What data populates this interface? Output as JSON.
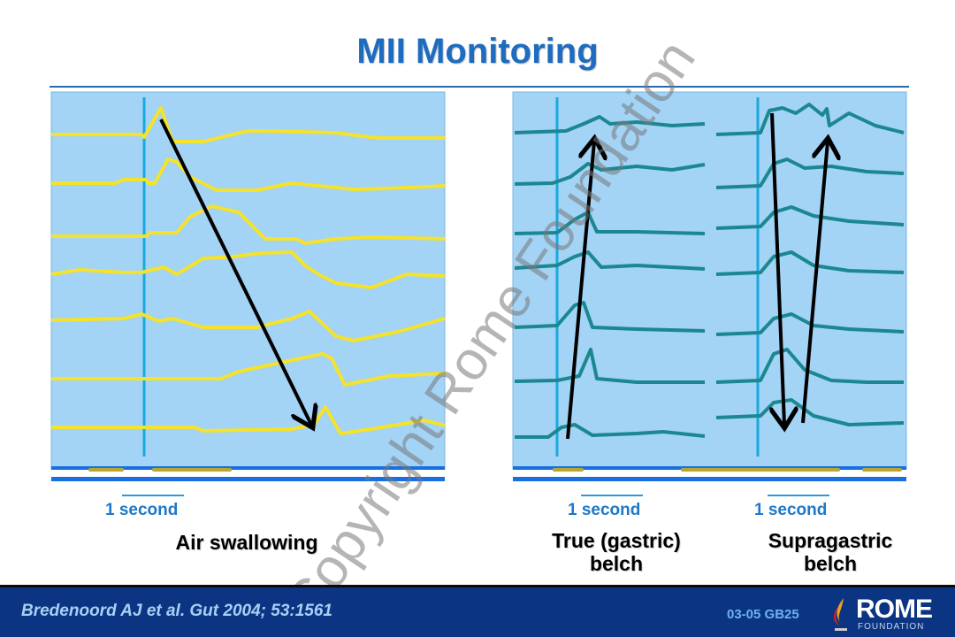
{
  "title": "MII Monitoring",
  "panels": {
    "left": {
      "scale_label": "1 second",
      "caption": "Air swallowing"
    },
    "right": {
      "scale_label_a": "1 second",
      "caption_a_line1": "True (gastric)",
      "caption_a_line2": "belch",
      "scale_label_b": "1 second",
      "caption_b_line1": "Supragastric",
      "caption_b_line2": "belch"
    }
  },
  "watermark": "Copyright Rome Foundation",
  "footer": {
    "citation": "Bredenoord AJ et al. Gut 2004; 53:1561",
    "slide_code": "03-05  GB25",
    "logo_word": "ROME",
    "logo_sub": "FOUNDATION"
  },
  "colors": {
    "title": "#1e6cc0",
    "panel_bg": "#a3d3f5",
    "trace_left": "#f5e22a",
    "trace_right": "#1b8791",
    "footer_bg": "#0b3583"
  }
}
